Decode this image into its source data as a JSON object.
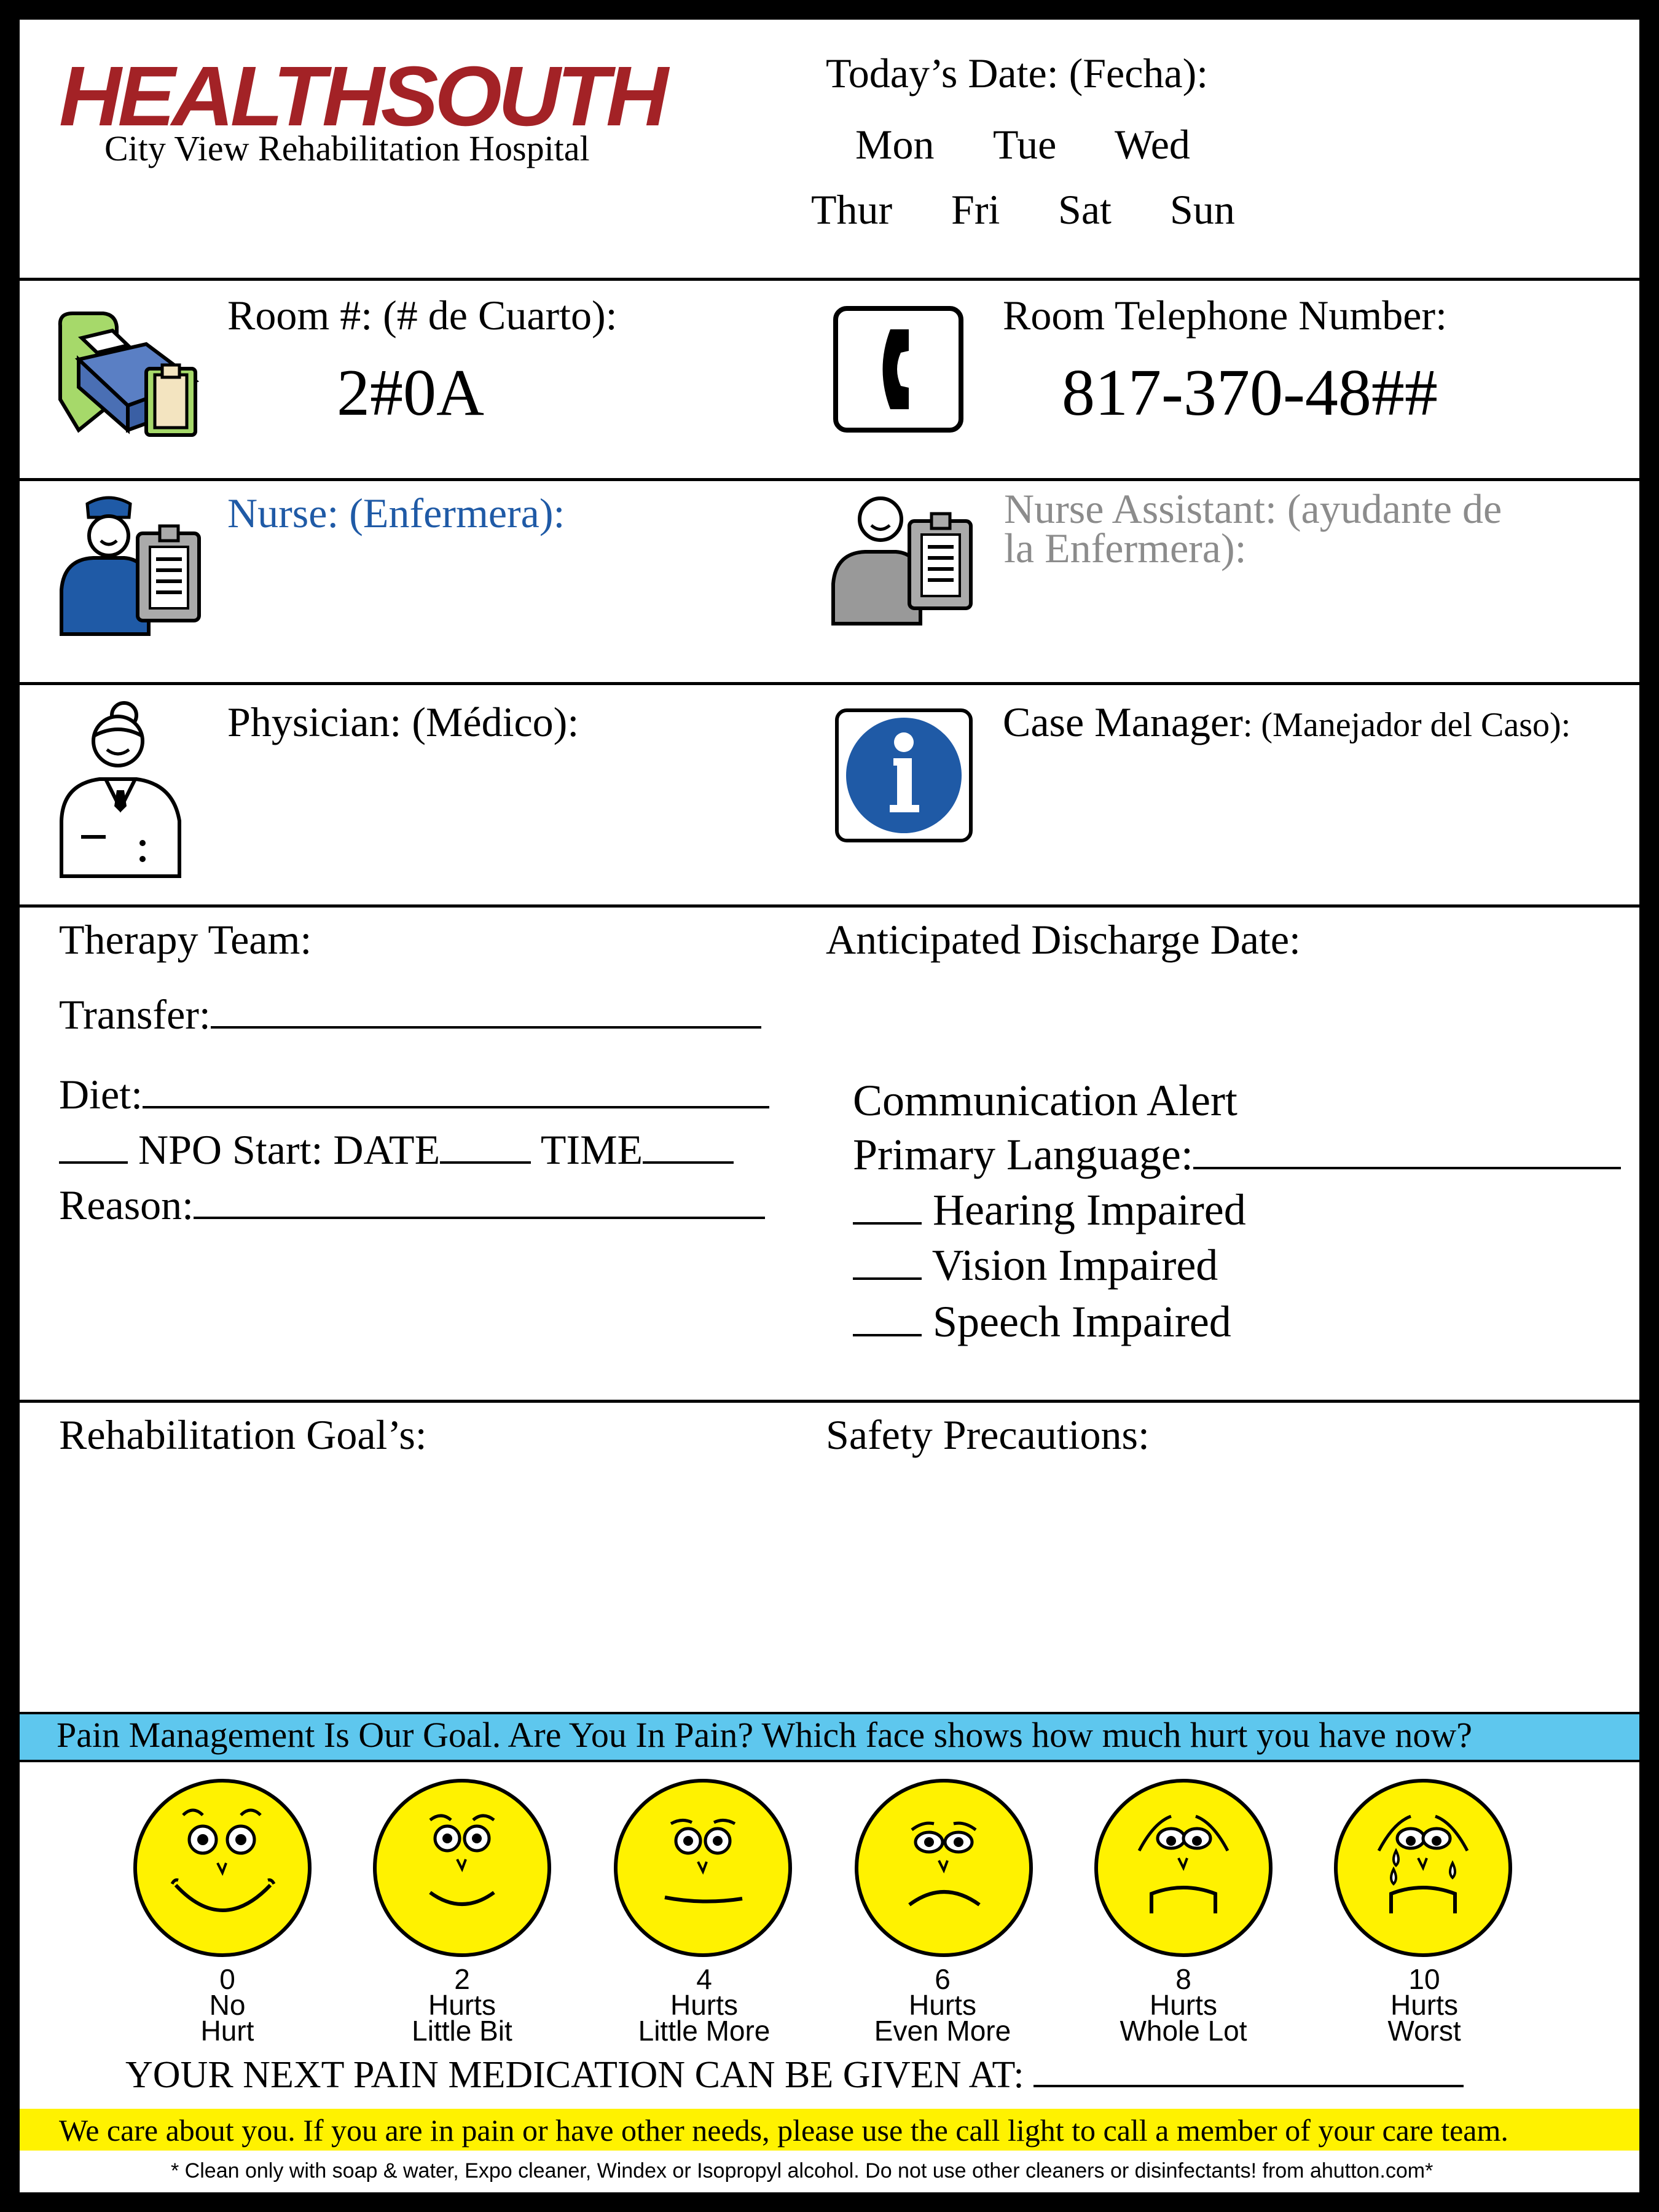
{
  "header": {
    "logo": "HEALTHSOUTH",
    "hospital": "City View Rehabilitation Hospital",
    "date_label": "Today’s Date: (Fecha):",
    "days_row1": [
      "Mon",
      "Tue",
      "Wed"
    ],
    "days_row2": [
      "Thur",
      "Fri",
      "Sat",
      "Sun"
    ]
  },
  "room": {
    "label": "Room #: (# de Cuarto):",
    "value": "2#0A",
    "phone_label": "Room Telephone Number:",
    "phone_value": "817-370-48##"
  },
  "staff": {
    "nurse_label": "Nurse: (Enfermera):",
    "assistant_label_1": "Nurse Assistant:  (ayudante de",
    "assistant_label_2": "la Enfermera):",
    "physician_label": "Physician: (Médico):",
    "case_manager_label": "Case Manager",
    "case_manager_sub": ": (Manejador del Caso):"
  },
  "therapy": {
    "team_label": "Therapy Team:",
    "transfer_label": "Transfer:",
    "diet_label": "Diet:",
    "npo_prefix": "___",
    "npo_label": "NPO Start: DATE",
    "npo_time": "TIME",
    "reason_label": "Reason:",
    "discharge_label": "Anticipated Discharge Date:",
    "comm_title": "Communication Alert",
    "language_label": "Primary Language:",
    "impairments": [
      "Hearing Impaired",
      "Vision Impaired",
      "Speech Impaired"
    ],
    "check_blank": "___"
  },
  "goals": {
    "rehab_label": "Rehabilitation Goal’s:",
    "safety_label": "Safety Precautions:"
  },
  "pain": {
    "banner": "Pain Management Is Our Goal. Are You In Pain?  Which face shows how much hurt you have now?",
    "faces": [
      {
        "score": "0",
        "line1": "No",
        "line2": "Hurt"
      },
      {
        "score": "2",
        "line1": "Hurts",
        "line2": "Little Bit"
      },
      {
        "score": "4",
        "line1": "Hurts",
        "line2": "Little More"
      },
      {
        "score": "6",
        "line1": "Hurts",
        "line2": "Even More"
      },
      {
        "score": "8",
        "line1": "Hurts",
        "line2": "Whole Lot"
      },
      {
        "score": "10",
        "line1": "Hurts",
        "line2": "Worst"
      }
    ],
    "next_med_label": "YOUR NEXT PAIN MEDICATION CAN BE GIVEN AT:"
  },
  "footer": {
    "care_message": "We care about you.  If you are in pain or have other needs, please use the call light to call a member of your care team.",
    "cleaning_note": "* Clean only with soap & water, Expo cleaner, Windex or Isopropyl alcohol.  Do not use other cleaners or disinfectants!   from ahutton.com*"
  },
  "colors": {
    "logo": "#a32226",
    "nurse_blue": "#1f5aa6",
    "assistant_gray": "#8c8c8c",
    "pain_banner": "#5ec7ee",
    "face_yellow": "#fff200",
    "care_bar": "#fff200"
  }
}
